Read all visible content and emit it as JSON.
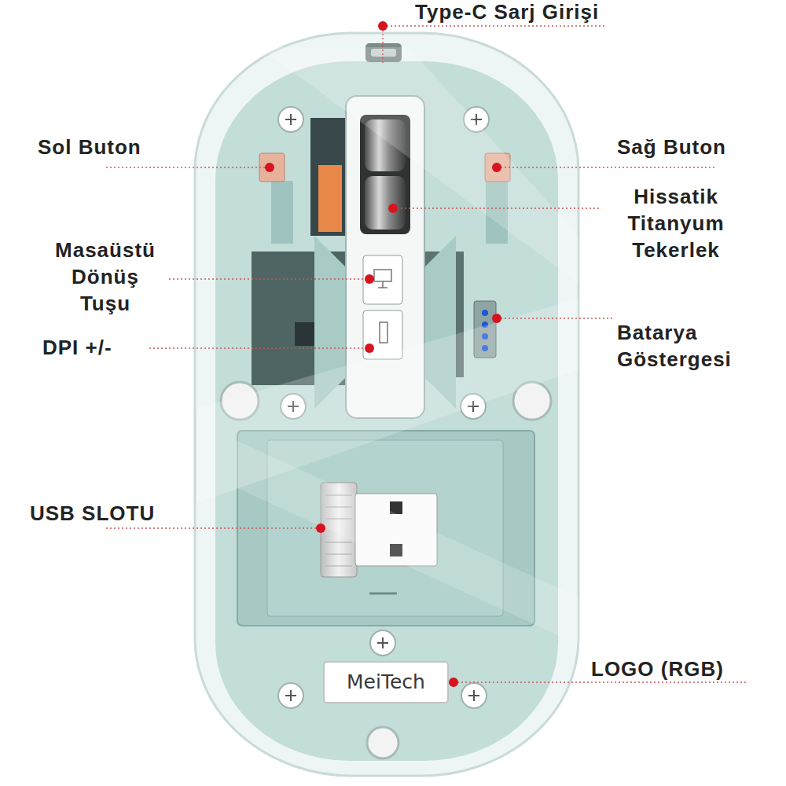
{
  "diagram": {
    "labels": [
      "Type-C Sarj Girişi",
      "Sol Buton",
      "Sağ Buton",
      "Hissatik Titanyum Tekerlek",
      "Masaüstü Dönüş Tuşu",
      "DPI +/-",
      "Batarya Göstergesi",
      "USB SLOTU",
      "LOGO (RGB)",
      "MeiTech"
    ]
  }
}
